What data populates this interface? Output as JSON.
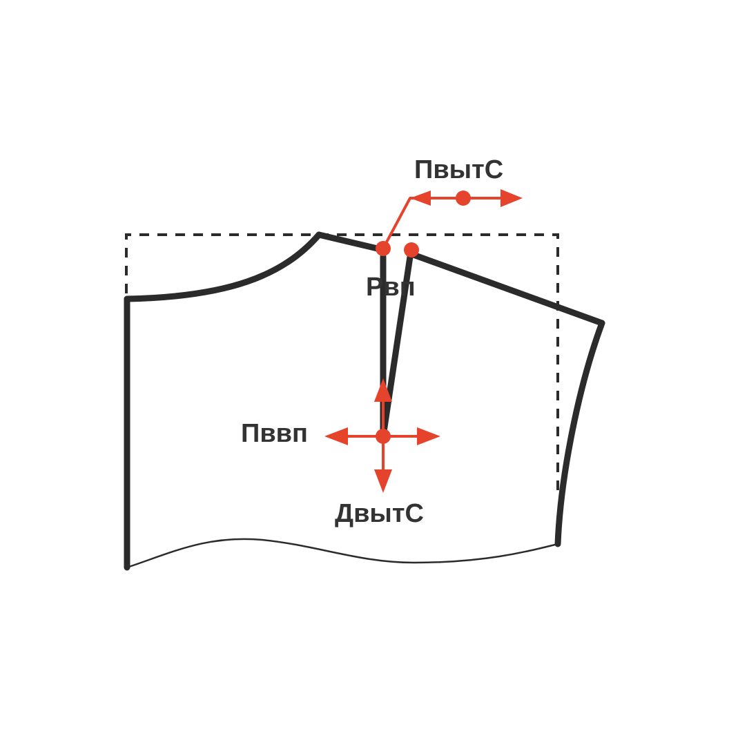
{
  "labels": {
    "shoulder_dart_shift": "ПвытС",
    "dart_opening": "Рвп",
    "dart_apex_position": "Пввп",
    "dart_length": "ДвытС"
  },
  "colors": {
    "outline": "#2b2b2b",
    "accent": "#e5432b",
    "background": "#ffffff"
  }
}
